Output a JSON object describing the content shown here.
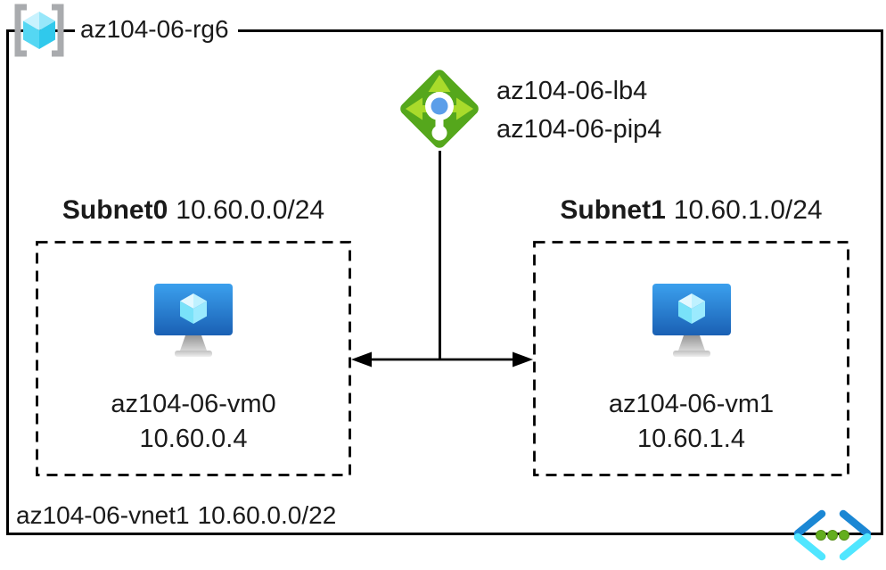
{
  "resource_group": {
    "name": "az104-06-rg6"
  },
  "load_balancer": {
    "name": "az104-06-lb4",
    "public_ip_name": "az104-06-pip4"
  },
  "subnets": [
    {
      "name": "Subnet0",
      "cidr": "10.60.0.0/24",
      "vm": {
        "name": "az104-06-vm0",
        "ip": "10.60.0.4"
      }
    },
    {
      "name": "Subnet1",
      "cidr": "10.60.1.0/24",
      "vm": {
        "name": "az104-06-vm1",
        "ip": "10.60.1.4"
      }
    }
  ],
  "vnet": {
    "name": "az104-06-vnet1",
    "cidr": "10.60.0.0/22"
  },
  "icons": {
    "resource_group": "azure-resource-group-icon",
    "load_balancer": "azure-load-balancer-icon",
    "virtual_machine": "azure-virtual-machine-icon",
    "virtual_network": "azure-virtual-network-icon"
  },
  "colors": {
    "border_black": "#000000",
    "lb_diamond_green": "#55A71C",
    "lb_arrow_green": "#A9DB2B",
    "lb_center_blue": "#5B9EE9",
    "vm_screen_blue_top": "#3BA0EE",
    "vm_screen_blue_bottom": "#1A60B4",
    "cube_cyan_light": "#C8F2FE",
    "cube_cyan_dark": "#30C9EC",
    "vnet_chevron_blue": "#1B87D4",
    "vnet_chevron_cyan": "#50E6FF",
    "vnet_dot_green": "#63AE1E",
    "bracket_gray": "#A9ABAE"
  }
}
